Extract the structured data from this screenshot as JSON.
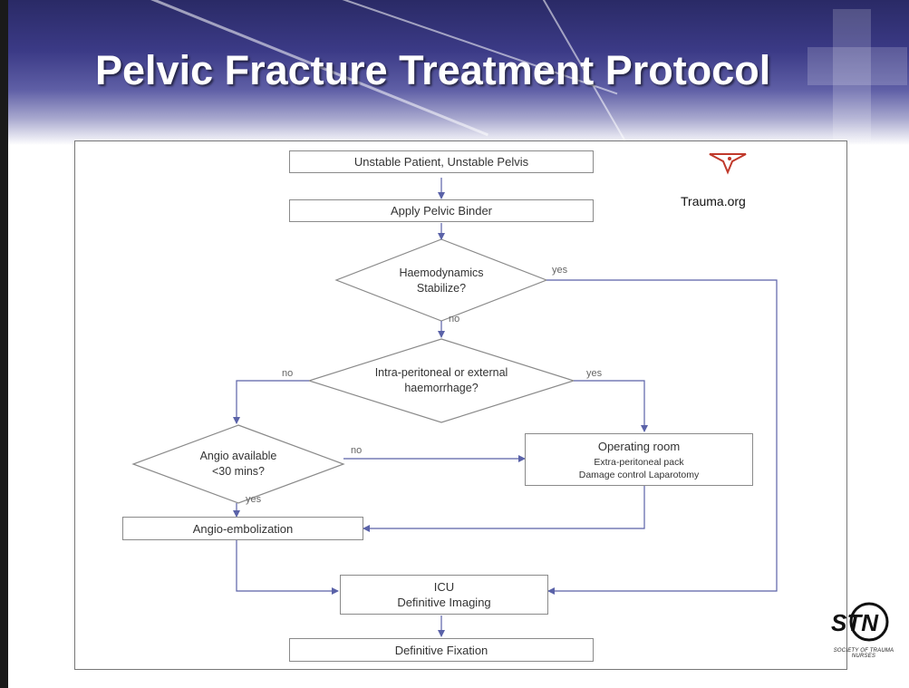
{
  "slide": {
    "title": "Pelvic Fracture Treatment Protocol",
    "credit": "Trauma.org",
    "logo_text": "STN",
    "logo_subtext": "SOCIETY OF TRAUMA NURSES"
  },
  "flowchart": {
    "nodes": {
      "unstable": "Unstable Patient, Unstable Pelvis",
      "binder": "Apply Pelvic Binder",
      "haemo_1": "Haemodynamics",
      "haemo_2": "Stabilize?",
      "intra_1": "Intra-peritoneal or external",
      "intra_2": "haemorrhage?",
      "angio_avail_1": "Angio available",
      "angio_avail_2": "<30 mins?",
      "or_title": "Operating room",
      "or_sub_1": "Extra-peritoneal pack",
      "or_sub_2": "Damage control Laparotomy",
      "angio_embo": "Angio-embolization",
      "icu_1": "ICU",
      "icu_2": "Definitive Imaging",
      "fixation": "Definitive Fixation"
    },
    "edge_labels": {
      "haemo_yes": "yes",
      "haemo_no": "no",
      "intra_no": "no",
      "intra_yes": "yes",
      "angio_no": "no",
      "angio_yes": "yes"
    }
  },
  "colors": {
    "header_dark": "#2a2a66",
    "arrow_blue": "#5a62a8",
    "logo_red": "#c0392b"
  }
}
